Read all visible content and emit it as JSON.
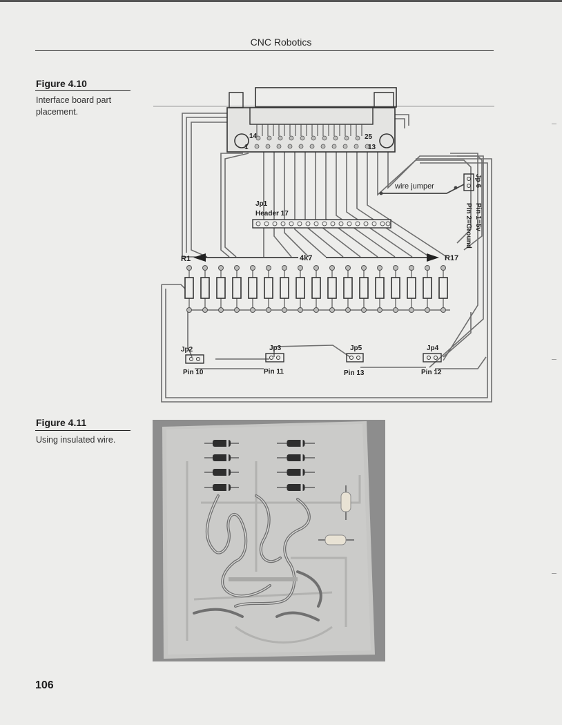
{
  "header": {
    "title": "CNC Robotics"
  },
  "figures": [
    {
      "label": "Figure 4.10",
      "caption": "Interface board part placement."
    },
    {
      "label": "Figure 4.11",
      "caption": "Using insulated wire."
    }
  ],
  "schematic": {
    "connector_pins": {
      "top_left": "14",
      "bottom_left": "1",
      "top_right": "25",
      "bottom_right": "13"
    },
    "wire_jumper": "wire jumper",
    "jp6": {
      "name": "Jp 6",
      "pin1": "Pin 1=5v",
      "pin2": "Pin 2=Ground"
    },
    "jp1": {
      "name": "Jp1",
      "desc": "Header 17"
    },
    "resistors": {
      "first": "R1",
      "last": "R17",
      "value": "4k7"
    },
    "jumpers": [
      {
        "name": "Jp2",
        "pin": "Pin 10"
      },
      {
        "name": "Jp3",
        "pin": "Pin 11"
      },
      {
        "name": "Jp5",
        "pin": "Pin 13"
      },
      {
        "name": "Jp4",
        "pin": "Pin 12"
      }
    ]
  },
  "page": {
    "number": "106"
  }
}
